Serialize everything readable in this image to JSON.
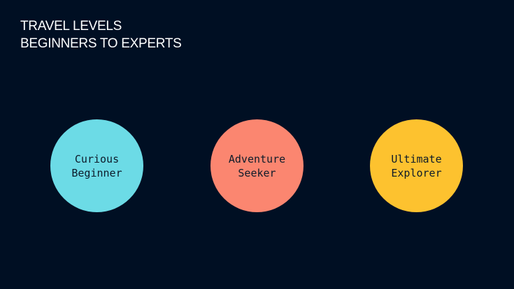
{
  "title": {
    "line1": "TRAVEL LEVELS",
    "line2": "BEGINNERS TO EXPERTS"
  },
  "levels": [
    {
      "line1": "Curious",
      "line2": "Beginner",
      "color": "#6cdbe6"
    },
    {
      "line1": "Adventure",
      "line2": "Seeker",
      "color": "#fb8670"
    },
    {
      "line1": "Ultimate",
      "line2": "Explorer",
      "color": "#fdc22f"
    }
  ],
  "colors": {
    "background": "#000f23",
    "title_text": "#ffffff",
    "circle_text": "#0d1b2a"
  }
}
